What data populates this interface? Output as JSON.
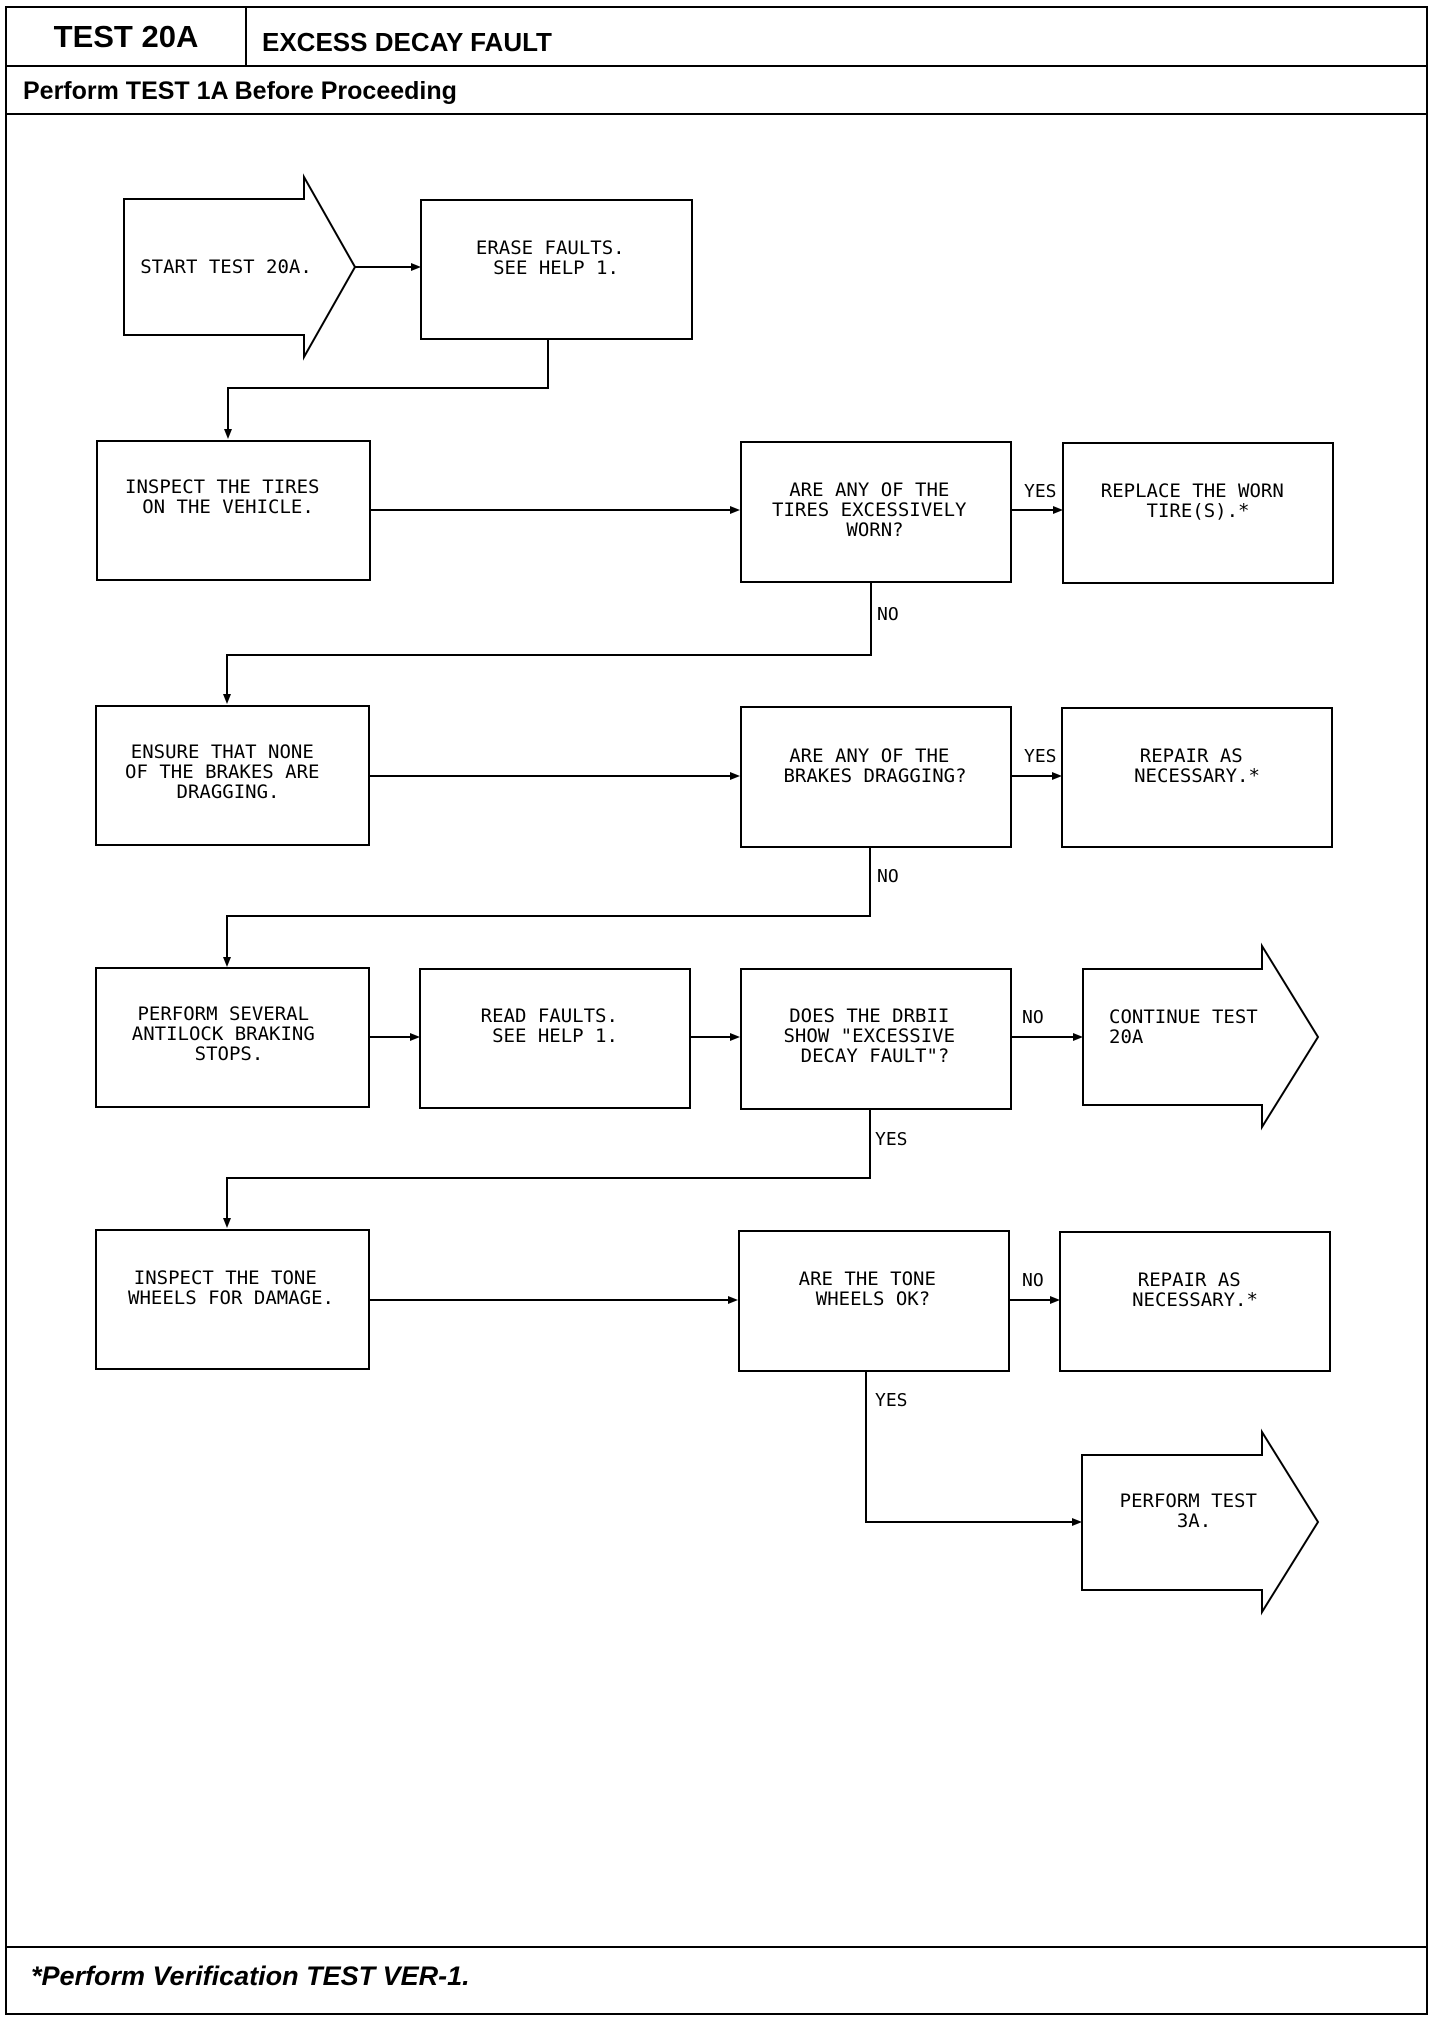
{
  "header": {
    "test_id": "TEST 20A",
    "test_title": "EXCESS DECAY FAULT",
    "prerequisite": "Perform TEST 1A Before Proceeding"
  },
  "flowchart": {
    "start": [
      "START TEST 20A."
    ],
    "erase_faults": [
      "ERASE FAULTS.",
      "SEE HELP 1."
    ],
    "inspect_tires": [
      "INSPECT THE TIRES",
      "ON THE VEHICLE."
    ],
    "tires_worn_q": [
      "ARE ANY OF THE",
      "TIRES EXCESSIVELY",
      "WORN?"
    ],
    "replace_tires": [
      "REPLACE THE WORN",
      "TIRE(S).*"
    ],
    "ensure_brakes": [
      "ENSURE THAT NONE",
      "OF THE BRAKES ARE",
      "DRAGGING."
    ],
    "brakes_dragging_q": [
      "ARE ANY OF THE",
      "BRAKES DRAGGING?"
    ],
    "repair_brakes": [
      "REPAIR AS",
      "NECESSARY.*"
    ],
    "antilock_stops": [
      "PERFORM SEVERAL",
      "ANTILOCK BRAKING",
      "STOPS."
    ],
    "read_faults": [
      "READ FAULTS.",
      "SEE HELP 1."
    ],
    "drbii_q": [
      "DOES THE DRBII",
      "SHOW \"EXCESSIVE",
      "DECAY FAULT\"?"
    ],
    "continue_test": [
      "CONTINUE TEST",
      "20A"
    ],
    "inspect_tone": [
      "INSPECT THE TONE",
      "WHEELS FOR DAMAGE."
    ],
    "tone_ok_q": [
      "ARE THE TONE",
      "WHEELS OK?"
    ],
    "repair_tone": [
      "REPAIR AS",
      "NECESSARY.*"
    ],
    "perform_3a": [
      "PERFORM TEST",
      "3A."
    ],
    "labels": {
      "yes1": "YES",
      "no1": "NO",
      "yes2": "YES",
      "no2": "NO",
      "no3": "NO",
      "yes3": "YES",
      "no4": "NO",
      "yes4": "YES"
    }
  },
  "footer": {
    "verification": "*Perform Verification TEST VER-1."
  }
}
